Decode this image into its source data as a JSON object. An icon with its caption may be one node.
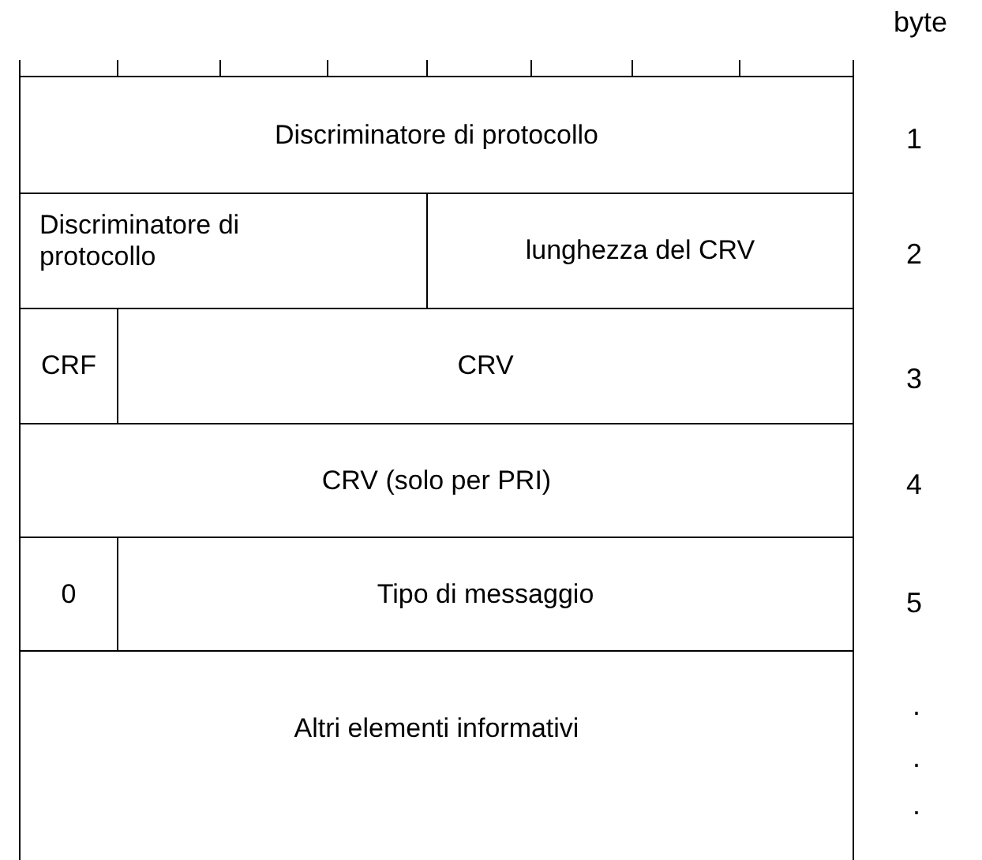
{
  "diagram": {
    "nodes": [
      {
        "text": [
          "Discriminatore di protocollo"
        ]
      },
      {
        "text": [
          "Discriminatore di protocollo"
        ]
      },
      {
        "text": [
          "lunghezza del CRV"
        ]
      },
      {
        "text": [
          "CRF"
        ]
      },
      {
        "text": [
          "CRV"
        ]
      },
      {
        "text": [
          "CRV (solo per PRI)"
        ]
      },
      {
        "text": [
          "0"
        ]
      },
      {
        "text": [
          "Tipo di messaggio"
        ]
      },
      {
        "text": [
          "Altri elementi informativi"
        ]
      }
    ],
    "labels": [
      "byte",
      "1",
      "2",
      "3",
      "4",
      "5",
      ".",
      ".",
      "."
    ]
  }
}
